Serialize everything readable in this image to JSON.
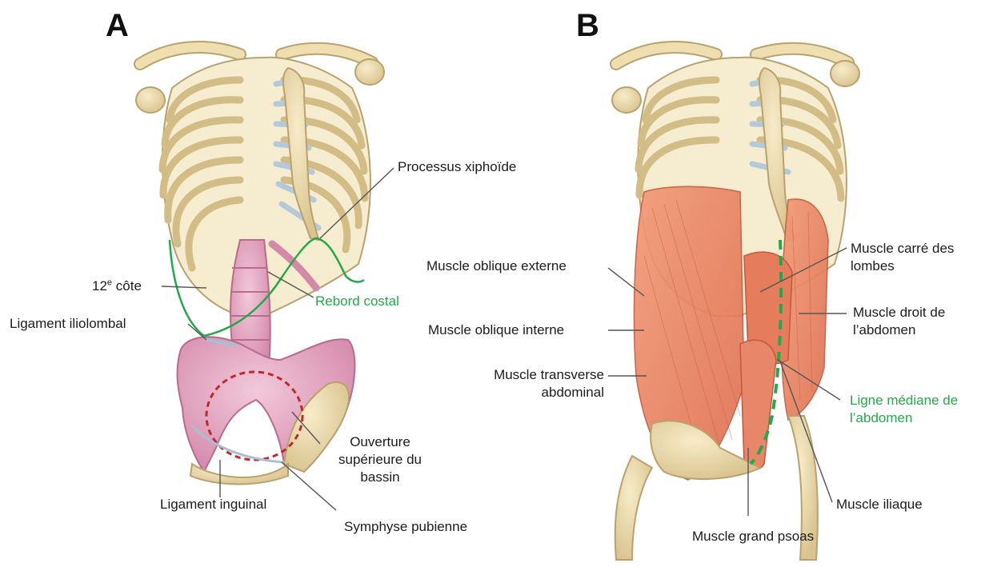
{
  "panels": {
    "a": {
      "letter": "A"
    },
    "b": {
      "letter": "B"
    }
  },
  "labels_a": {
    "xiphoid": "Processus xiphoïde",
    "rib12_num": "12",
    "rib12_sup": "e",
    "rib12_word": " côte",
    "costal_margin": "Rebord costal",
    "iliolumbar": "Ligament iliolombal",
    "pelvic_inlet_1": "Ouverture",
    "pelvic_inlet_2": "supérieure du",
    "pelvic_inlet_3": "bassin",
    "inguinal": "Ligament inguinal",
    "pubic_symphysis": "Symphyse pubienne"
  },
  "labels_b": {
    "ext_oblique": "Muscle oblique externe",
    "int_oblique": "Muscle oblique interne",
    "transverse_1": "Muscle transverse",
    "transverse_2": "abdominal",
    "quadratus_1": "Muscle carré des",
    "quadratus_2": "lombes",
    "rectus_1": "Muscle droit de",
    "rectus_2": "l’abdomen",
    "linea_1": "Ligne médiane de",
    "linea_2": "l’abdomen",
    "iliacus": "Muscle iliaque",
    "psoas": "Muscle grand psoas"
  },
  "colors": {
    "bone": "#efdfb0",
    "bone_stroke": "#b9a26e",
    "cartilage": "#b4cadb",
    "ligament_pink": "#e6aac4",
    "muscle": "#ea8a68",
    "muscle_stroke": "#c4583c",
    "accent_green": "#22a94a",
    "inlet_red": "#c0282c"
  }
}
